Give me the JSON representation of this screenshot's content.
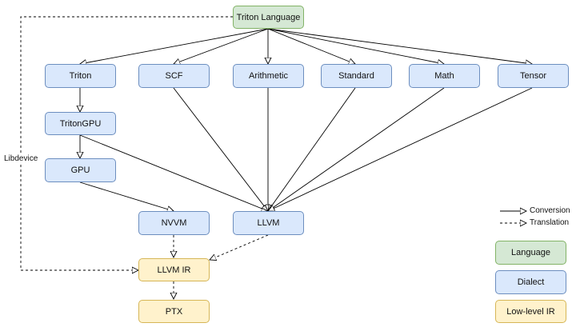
{
  "nodes": {
    "triton_language": "Triton Language",
    "triton": "Triton",
    "scf": "SCF",
    "arithmetic": "Arithmetic",
    "standard": "Standard",
    "math": "Math",
    "tensor": "Tensor",
    "tritongpu": "TritonGPU",
    "gpu": "GPU",
    "nvvm": "NVVM",
    "llvm": "LLVM",
    "llvm_ir": "LLVM IR",
    "ptx": "PTX"
  },
  "edge_labels": {
    "libdevice": "Libdevice"
  },
  "legend": {
    "conversion": "Conversion",
    "translation": "Translation",
    "language": "Language",
    "dialect": "Dialect",
    "low_level_ir": "Low-level IR"
  },
  "colors": {
    "language": "#d5e8d4",
    "dialect": "#dae8fc",
    "low_level_ir": "#fff2cc"
  }
}
